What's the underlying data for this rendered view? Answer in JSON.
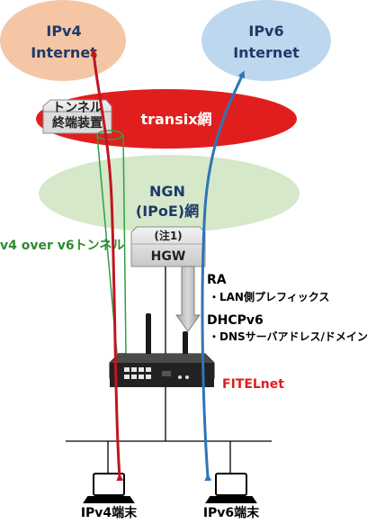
{
  "clouds": {
    "ipv4": {
      "line1": "IPv4",
      "line2": "Internet"
    },
    "ipv6": {
      "line1": "IPv6",
      "line2": "Internet"
    },
    "transix": "transix網",
    "ngn": {
      "line1": "NGN",
      "line2": "(IPoE)網"
    }
  },
  "tunnel_endpoint": {
    "line1": "トンネル",
    "line2": "終端装置"
  },
  "hgw": {
    "note": "(注1)",
    "label": "HGW"
  },
  "tunnel_label": "v4 over v6トンネル",
  "ra": {
    "title": "RA",
    "item": "・LAN側プレフィックス"
  },
  "dhcp": {
    "title": "DHCPv6",
    "item": "・DNSサーバアドレス/ドメイン"
  },
  "router_label": "FITELnet",
  "terminals": {
    "ipv4": "IPv4端末",
    "ipv6": "IPv6端末"
  },
  "colors": {
    "ipv4_cloud": "#F5C6A5",
    "ipv6_cloud": "#BDD7EE",
    "transix": "#E01E1E",
    "ngn": "#D5E8C9",
    "ipv4_path": "#C0161E",
    "ipv6_path": "#2E75B6",
    "tunnel": "#2EA043",
    "router_label": "#E01E1E",
    "ngn_text": "#1F3A68"
  }
}
